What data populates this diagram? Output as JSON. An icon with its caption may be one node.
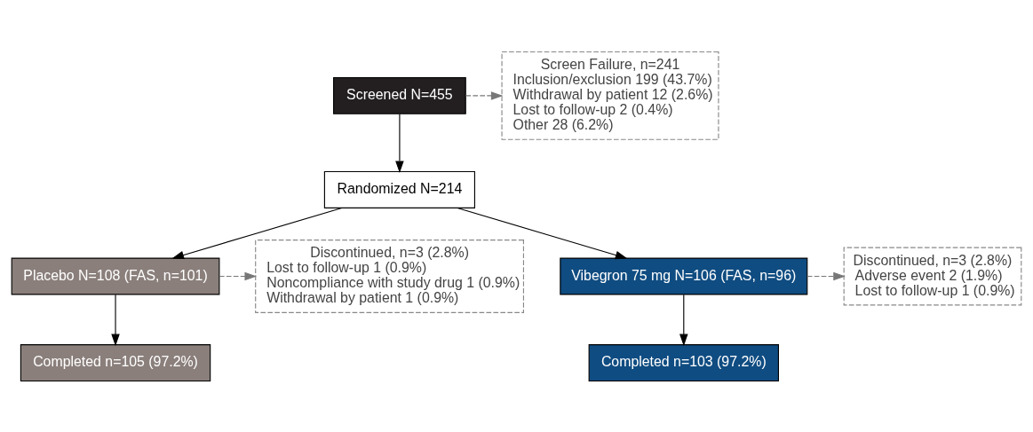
{
  "diagram": {
    "nodes": [
      {
        "text": [
          "Screened N=455"
        ]
      },
      {
        "text": [
          "Screen Failure, n=241",
          "Inclusion/exclusion 199 (43.7%)",
          "Withdrawal by patient 12 (2.6%)",
          "Lost to follow-up 2 (0.4%)",
          "Other 28 (6.2%)"
        ]
      },
      {
        "text": [
          "Randomized N=214"
        ]
      },
      {
        "text": [
          "Placebo N=108 (FAS, n=101)"
        ]
      },
      {
        "text": [
          "Vibegron 75 mg N=106 (FAS, n=96)"
        ]
      },
      {
        "text": [
          "Discontinued, n=3 (2.8%)",
          "Lost to follow-up 1 (0.9%)",
          "Noncompliance with study drug 1 (0.9%)",
          "Withdrawal by patient 1 (0.9%)"
        ]
      },
      {
        "text": [
          "Completed n=105 (97.2%)"
        ]
      },
      {
        "text": [
          "Discontinued, n=3 (2.8%)",
          "Adverse event 2 (1.9%)",
          "Lost to follow-up 1 (0.9%)"
        ]
      },
      {
        "text": [
          "Completed n=103 (97.2%)"
        ]
      }
    ],
    "edges": [
      {
        "from": 0,
        "to": 2,
        "arrow": "to"
      },
      {
        "from": 0,
        "to": 1,
        "arrow": "to",
        "style": "dashed",
        "color": "#777777"
      },
      {
        "from": 2,
        "to": 3,
        "arrow": "to"
      },
      {
        "from": 2,
        "to": 4,
        "arrow": "to"
      },
      {
        "from": 3,
        "to": 6,
        "arrow": "to"
      },
      {
        "from": 3,
        "to": 5,
        "arrow": "to",
        "style": "dashed",
        "color": "#777777"
      },
      {
        "from": 4,
        "to": 8,
        "arrow": "to"
      },
      {
        "from": 4,
        "to": 7,
        "arrow": "to",
        "style": "dashed",
        "color": "#777777"
      }
    ]
  }
}
